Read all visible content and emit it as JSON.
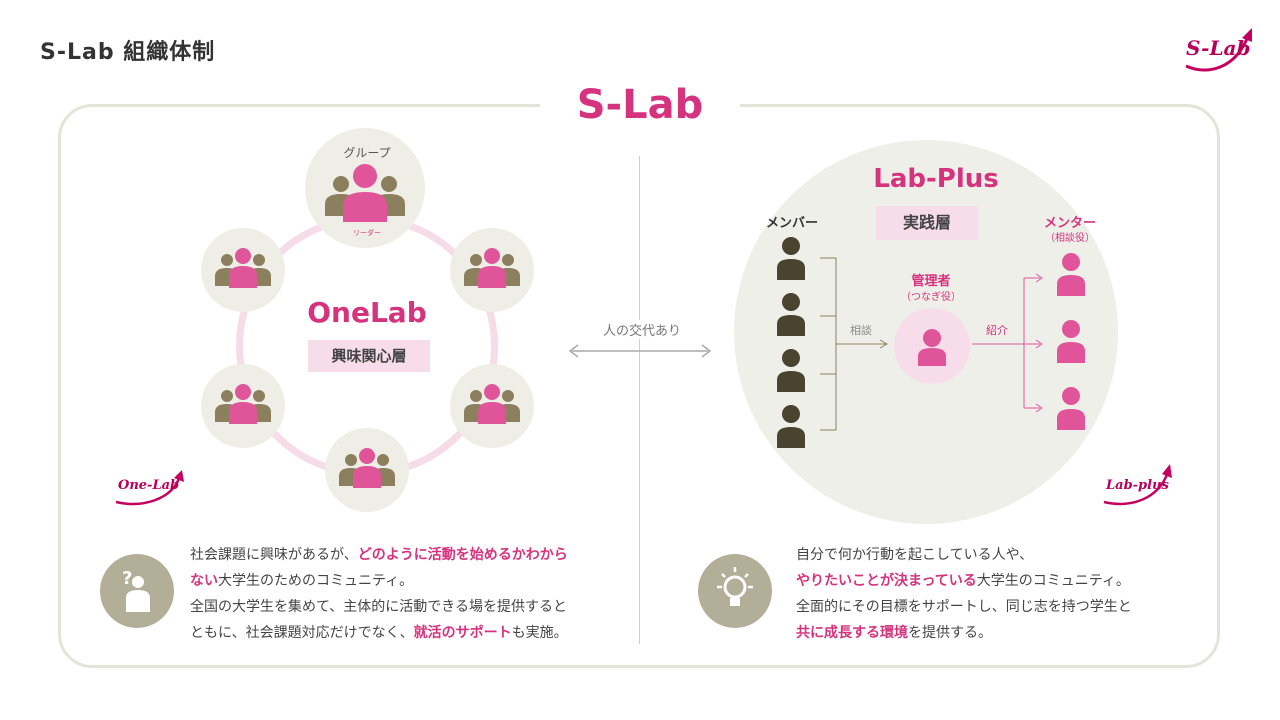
{
  "page_title": "S-Lab 組織体制",
  "main_title": "S-Lab",
  "logos": {
    "top_right": "S-Lab",
    "onelab": "One-Lab",
    "labplus": "Lab-plus"
  },
  "exchange_label": "人の交代あり",
  "onelab": {
    "group_label": "グループ",
    "leader_label": "リーダー",
    "title": "OneLab",
    "badge": "興味関心層",
    "desc_1a": "社会課題に興味があるが、",
    "desc_1b": "どのように活動を始めるかわから",
    "desc_2a": "ない",
    "desc_2b": "大学生のためのコミュニティ。",
    "desc_3": "全国の大学生を集めて、主体的に活動できる場を提供すると",
    "desc_4a": "ともに、社会課題対応だけでなく、",
    "desc_4b": "就活のサポート",
    "desc_4c": "も実施。"
  },
  "labplus": {
    "title": "Lab-Plus",
    "badge": "実践層",
    "member_label": "メンバー",
    "mentor_label": "メンター",
    "mentor_sub": "（相談役）",
    "admin_label": "管理者",
    "admin_sub": "（つなぎ役）",
    "consult_label": "相談",
    "intro_label": "紹介",
    "desc_1": "自分で何か行動を起こしている人や、",
    "desc_2a": "やりたいことが決まっている",
    "desc_2b": "大学生のコミュニティ。",
    "desc_3": "全面的にその目標をサポートし、同じ志を持つ学生と",
    "desc_4a": "共に成長する環境",
    "desc_4b": "を提供する。"
  },
  "colors": {
    "accent": "#d6337f",
    "olive": "#8c7f5e",
    "dark": "#4a4330",
    "frame": "#e4e4d8",
    "pale_pink": "#f7dde9"
  }
}
